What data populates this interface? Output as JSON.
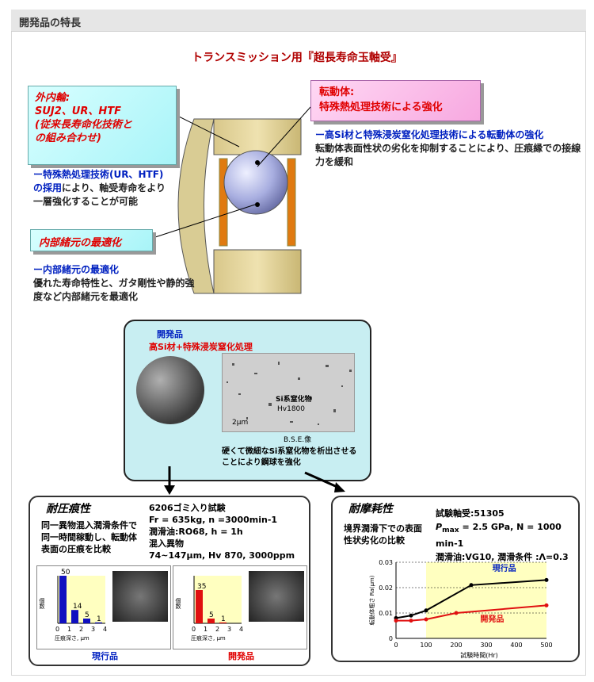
{
  "header": {
    "title": "開発品の特長"
  },
  "main_title": "トランスミッション用『超長寿命玉軸受』",
  "callouts": {
    "outer": {
      "lines": [
        "外内輪:",
        "SUJ2、UR、HTF",
        "(従来長寿命化技術と",
        "の組み合わせ)"
      ]
    },
    "rolling": {
      "lines": [
        "転動体:",
        "特殊熱処理技術による強化"
      ]
    },
    "internal": {
      "text": "内部緒元の最適化"
    }
  },
  "paragraphs": {
    "outer_desc": {
      "highlight": "ー特殊熱処理技術(UR、HTF)の採用",
      "rest": "により、軸受寿命をより一層強化することが可能"
    },
    "rolling_desc": {
      "highlight": "ー高Si材と特殊浸炭窒化処理技術による転動体の強化",
      "rest": "転動体表面性状の劣化を抑制することにより、圧痕縁での接線力を緩和"
    },
    "internal_desc": {
      "highlight": "ー内部緒元の最適化",
      "rest": "優れた寿命特性と、ガタ剛性や静的強度など内部緒元を最適化"
    }
  },
  "lower_box": {
    "title": "開発品",
    "subtitle": "高Si材+特殊浸炭窒化処理",
    "nitride_label": "Si系窒化物",
    "hardness_label": "Hv1800",
    "scale_label": "2μm",
    "bse_label": "B.S.E.像",
    "caption_line1": "硬くて微細なSi系窒化物を析出させる",
    "caption_line2": "ことにより鋼球を強化"
  },
  "left_card": {
    "title": "耐圧痕性",
    "desc_lines": [
      "同一異物混入潤滑条件で",
      "同一時間稼動し、転動体",
      "表面の圧痕を比較"
    ],
    "test_lines": [
      "6206ゴミ入り試験",
      "Fr = 635kg, n =3000min-1",
      "潤滑油:RO68, h = 1h",
      "混入異物",
      "74~147μm, Hv 870, 3000ppm"
    ],
    "ylabel": "個数",
    "xlabel": "圧痕深さ, μm",
    "charts": [
      {
        "label": "現行品",
        "color": "#1010c0",
        "bars": [
          50,
          14,
          5,
          1
        ],
        "bar_labels": [
          "50",
          "14",
          "5",
          "1"
        ],
        "ticks": [
          "0",
          "1",
          "2",
          "3",
          "4"
        ]
      },
      {
        "label": "開発品",
        "color": "#e01010",
        "bars": [
          35,
          5,
          1,
          0
        ],
        "bar_labels": [
          "35",
          "5",
          "1"
        ],
        "ticks": [
          "0",
          "1",
          "2",
          "3",
          "4"
        ]
      }
    ]
  },
  "right_card": {
    "title": "耐摩耗性",
    "desc_lines": [
      "境界潤滑下での表面",
      "性状劣化の比較"
    ],
    "test_line1": "試験軸受:51305",
    "test_pmax_sym": "P",
    "test_pmax_sub": "max",
    "test_pmax_rest": " = 2.5 GPa, N = 1000 min-1",
    "test_line3": "潤滑油:VG10, 潤滑条件 :Λ=0.3"
  },
  "chart_data": {
    "type": "line",
    "title": "",
    "xlabel": "試験時間(Hr)",
    "ylabel": "転動体粗さ Ra(μm)",
    "xlim": [
      0,
      500
    ],
    "ylim": [
      0,
      0.03
    ],
    "xticks": [
      0,
      100,
      200,
      300,
      400,
      500
    ],
    "yticks": [
      0,
      0.01,
      0.02,
      0.03
    ],
    "series": [
      {
        "name": "現行品",
        "color": "#000000",
        "x": [
          0,
          50,
          100,
          250,
          500
        ],
        "y": [
          0.008,
          0.009,
          0.011,
          0.021,
          0.023
        ]
      },
      {
        "name": "開発品",
        "color": "#e01010",
        "x": [
          0,
          50,
          100,
          200,
          500
        ],
        "y": [
          0.007,
          0.007,
          0.0075,
          0.01,
          0.013
        ]
      }
    ]
  }
}
